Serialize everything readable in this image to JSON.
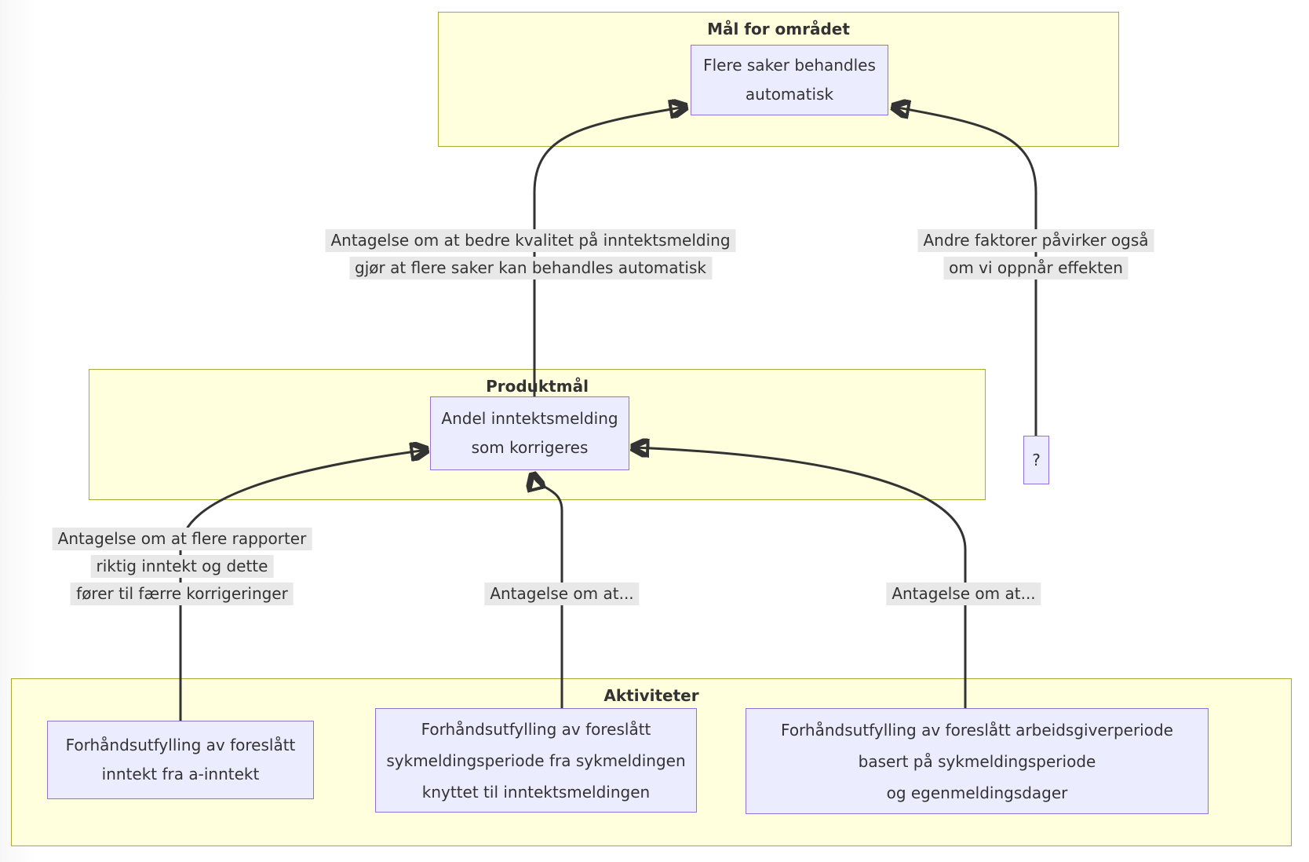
{
  "colors": {
    "cluster_fill": "#ffffde",
    "cluster_border": "#aaaa33",
    "node_fill": "#ECECFF",
    "node_border": "#9370DB",
    "edge": "#333333",
    "edge_label_bg": "#e8e8e8",
    "text": "#333333"
  },
  "clusters": {
    "goal_area": {
      "title": "Mål for området"
    },
    "product": {
      "title": "Produktmål"
    },
    "activities": {
      "title": "Aktiviteter"
    }
  },
  "nodes": {
    "goal": {
      "lines": [
        "Flere saker behandles",
        "automatisk"
      ]
    },
    "product_goal": {
      "lines": [
        "Andel inntektsmelding",
        "som korrigeres"
      ]
    },
    "unknown": {
      "lines": [
        "?"
      ]
    },
    "activity1": {
      "lines": [
        "Forhåndsutfylling av foreslått",
        "inntekt fra a-inntekt"
      ]
    },
    "activity2": {
      "lines": [
        "Forhåndsutfylling av foreslått",
        "sykmeldingsperiode fra sykmeldingen",
        "knyttet til inntektsmeldingen"
      ]
    },
    "activity3": {
      "lines": [
        "Forhåndsutfylling av foreslått arbeidsgiverperiode",
        "basert på sykmeldingsperiode",
        "og egenmeldingsdager"
      ]
    }
  },
  "edge_labels": {
    "quality": {
      "lines": [
        "Antagelse om at bedre kvalitet på inntektsmelding",
        "gjør at flere saker kan behandles automatisk"
      ]
    },
    "other_factors": {
      "lines": [
        "Andre faktorer påvirker også",
        "om vi oppnår effekten"
      ]
    },
    "reporting": {
      "lines": [
        "Antagelse om at flere rapporter",
        "riktig inntekt og dette",
        "fører til færre korrigeringer"
      ]
    },
    "assumption_mid": {
      "lines": [
        "Antagelse om at..."
      ]
    },
    "assumption_right": {
      "lines": [
        "Antagelse om at..."
      ]
    }
  }
}
